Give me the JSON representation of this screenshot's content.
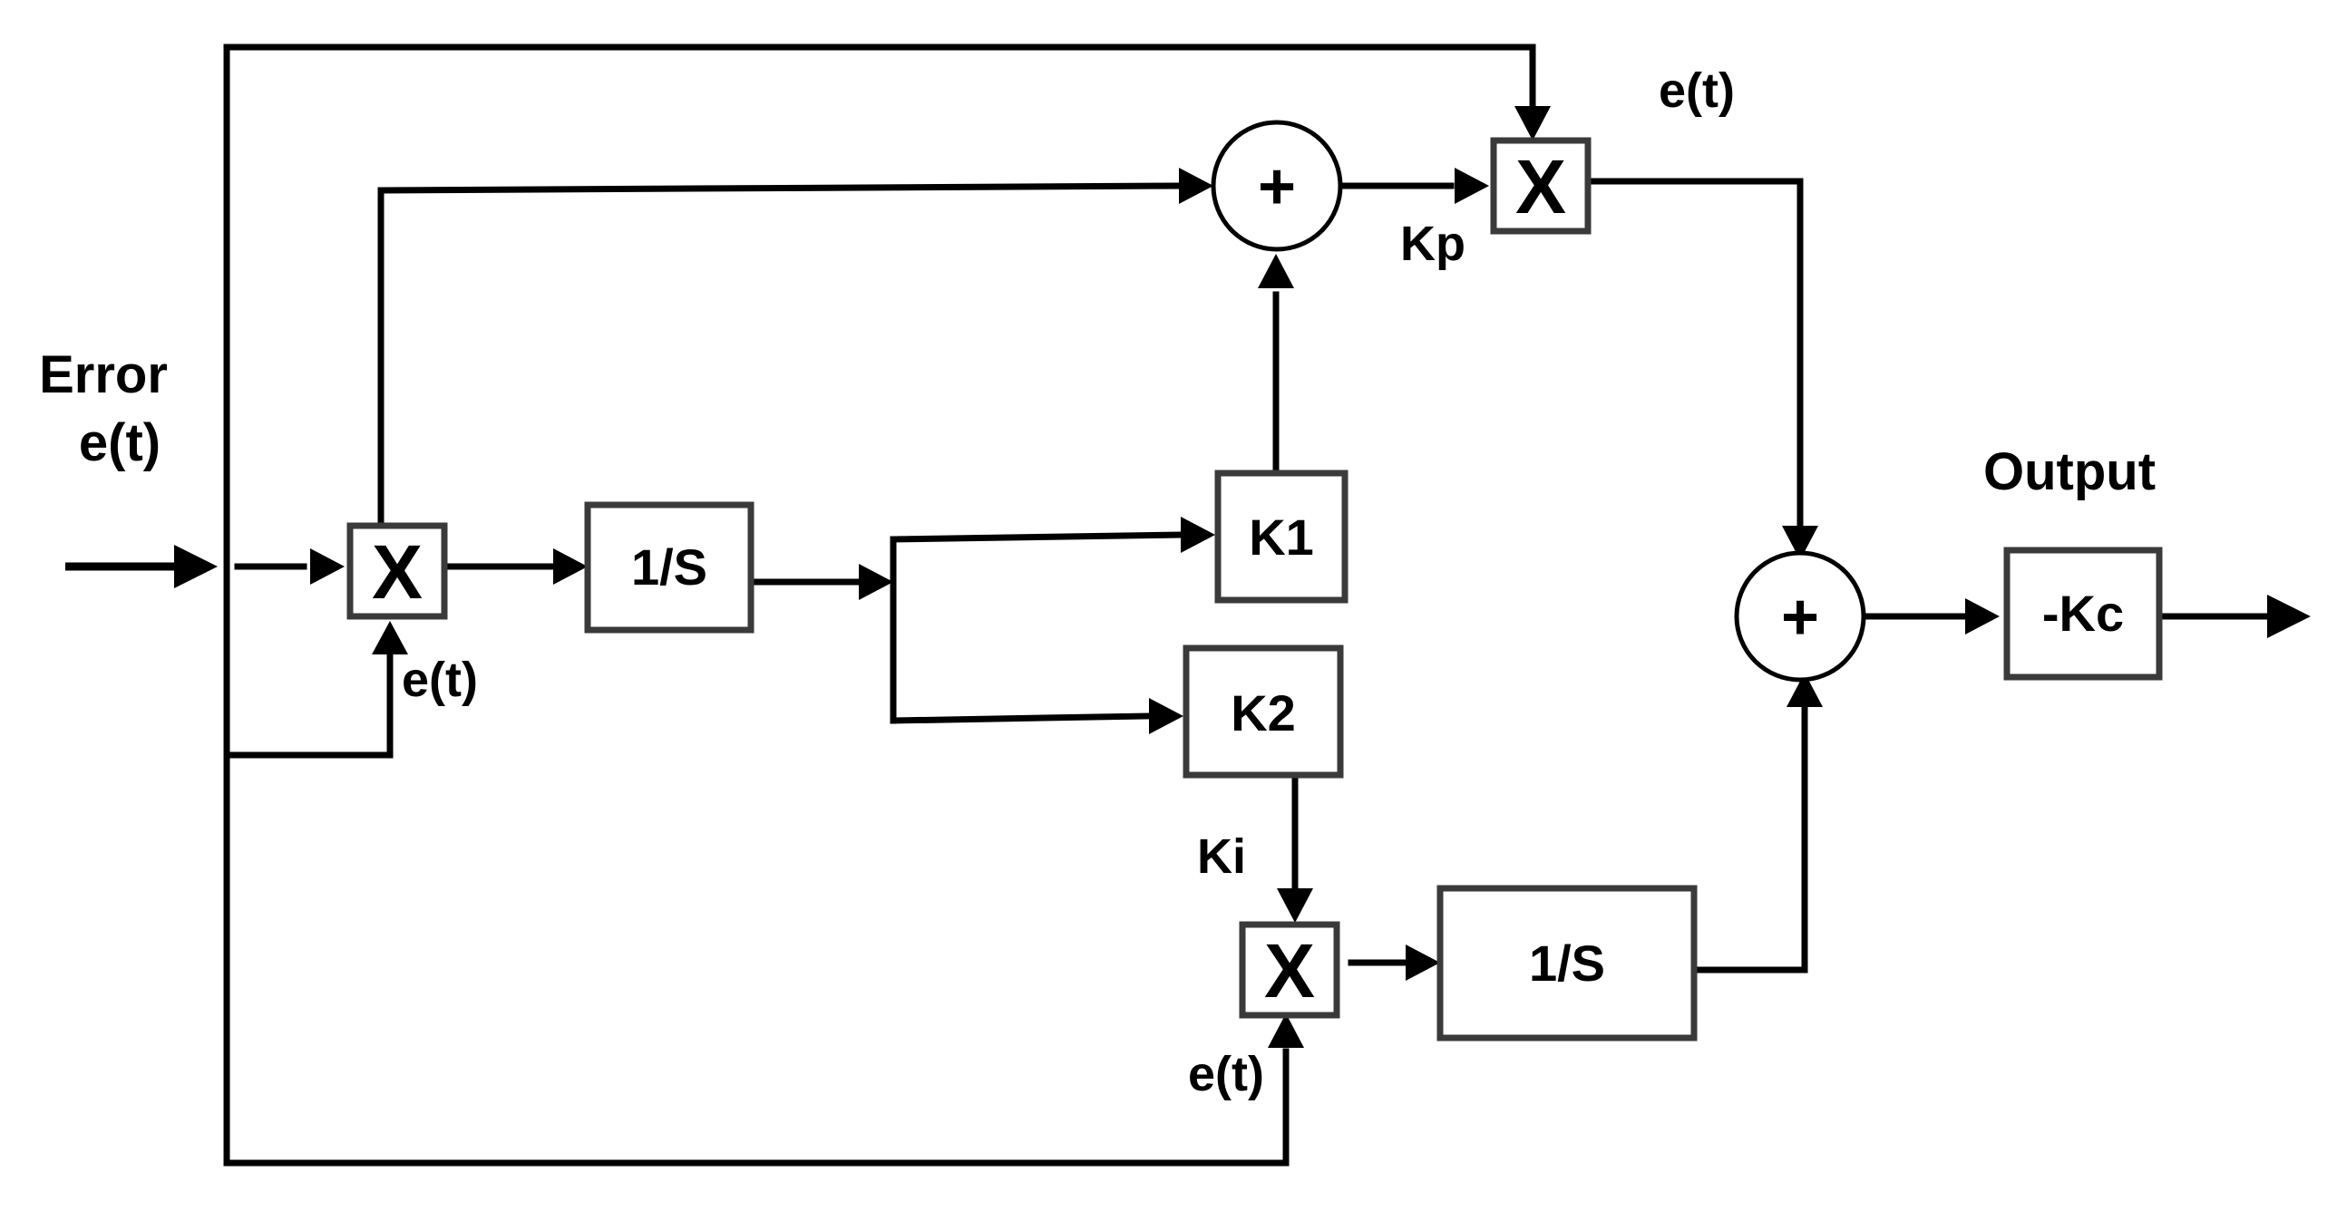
{
  "input": {
    "label_line1": "Error",
    "label_line2": "e(t)"
  },
  "output": {
    "label": "Output"
  },
  "blocks": {
    "integrator_1": "1/S",
    "gain_k1": "K1",
    "gain_k2": "K2",
    "integrator_2": "1/S",
    "gain_kc": "-Kc"
  },
  "operators": {
    "multiply": "X",
    "sum": "+"
  },
  "signals": {
    "kp": "Kp",
    "ki": "Ki",
    "et_mult1": "e(t)",
    "et_mult_top": "e(t)",
    "et_mult_bottom": "e(t)"
  }
}
